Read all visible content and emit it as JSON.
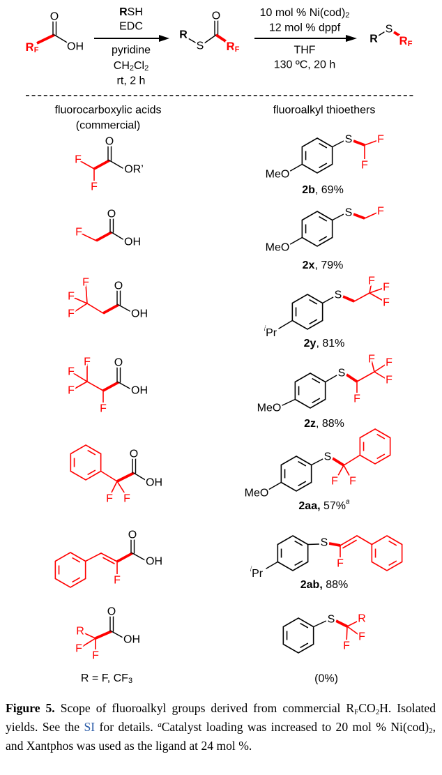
{
  "atoms": {
    "O": "O",
    "OH": "OH",
    "ORp": "OR’",
    "F": "F",
    "S": "S",
    "R": "R",
    "MeO": "MeO",
    "Pr": "Pr",
    "i": "i"
  },
  "scheme": {
    "start_R": "R",
    "start_F": "F",
    "step1": {
      "rsh_r": "R",
      "rsh_sh": "SH",
      "edc": "EDC",
      "pyridine": "pyridine",
      "ch": "CH",
      "sub1": "2",
      "cl": "Cl",
      "sub2": "2",
      "time": "rt, 2 h"
    },
    "step2": {
      "catalyst": "10 mol % Ni(cod)",
      "cat_sub": "2",
      "ligand": "12 mol % dppf",
      "solvent": "THF",
      "conditions": "130 ºC, 20 h"
    }
  },
  "columns": {
    "left_title": "fluorocarboxylic acids",
    "left_subtitle": "(commercial)",
    "right_title": "fluoroalkyl thioethers"
  },
  "acids_footnote": {
    "text": "R = F, CF",
    "sub": "3"
  },
  "products": [
    {
      "id": "2b",
      "yield": ", 69%"
    },
    {
      "id": "2x",
      "yield": ", 79%"
    },
    {
      "id": "2y",
      "yield": ", 81%"
    },
    {
      "id": "2z",
      "yield": ", 88%"
    },
    {
      "id": "2aa,",
      "yield": " 57%",
      "note": "a"
    },
    {
      "id": "2ab,",
      "yield": " 88%"
    }
  ],
  "last_yield": "(0%)",
  "caption": {
    "label": "Figure 5.",
    "t1": " Scope of fluoroalkyl groups derived from commercial R",
    "s1": "F",
    "t2": "CO",
    "s2": "2",
    "t3": "H. Isolated yields. See the ",
    "link": "SI",
    "t4": " for details. ",
    "mark": "a",
    "t5": "Catalyst loading was increased to 20 mol % Ni(cod)",
    "s3": "2",
    "t6": ", and Xantphos was used as the ligand at 24 mol %."
  },
  "colors": {
    "fluoro": "#ff0000",
    "link": "#2b5ca8"
  }
}
